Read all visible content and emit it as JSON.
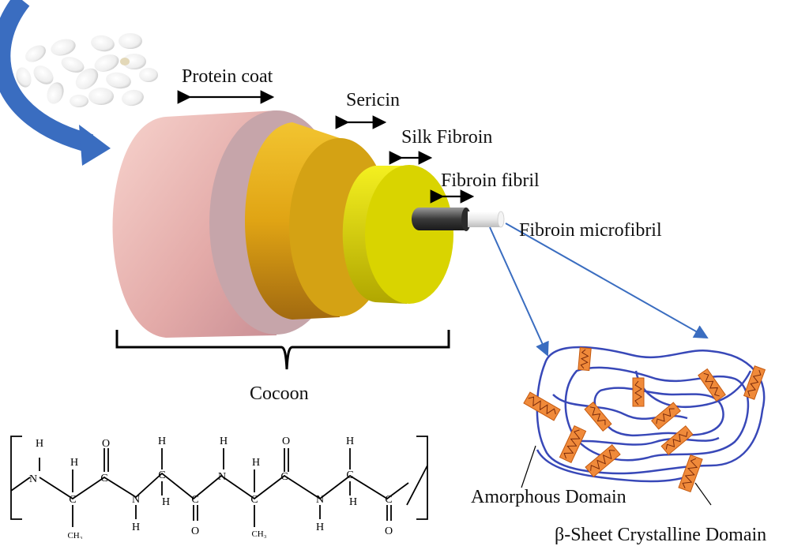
{
  "labels": {
    "protein_coat": "Protein coat",
    "sericin": "Sericin",
    "silk_fibroin": "Silk Fibroin",
    "fibroin_fibril": "Fibroin fibril",
    "fibroin_microfibril": "Fibroin microfibril",
    "cocoon": "Cocoon",
    "amorphous_domain": "Amorphous Domain",
    "beta_sheet_domain": "β-Sheet Crystalline Domain"
  },
  "structure": {
    "atoms": {
      "H": "H",
      "O": "O",
      "C": "C",
      "N": "N",
      "CH3": "CH₃"
    }
  },
  "colors": {
    "arrow_blue": "#3a6dc0",
    "protein_coat_face": "#c4a3a8",
    "protein_coat_side": "#f0c2bd",
    "sericin_face": "#d4a011",
    "silk_fibroin_face": "#d8d300",
    "microfibril_dark": "#4a4a4a",
    "chain_blue": "#3848b8",
    "crystal_orange": "#f08a3a"
  }
}
